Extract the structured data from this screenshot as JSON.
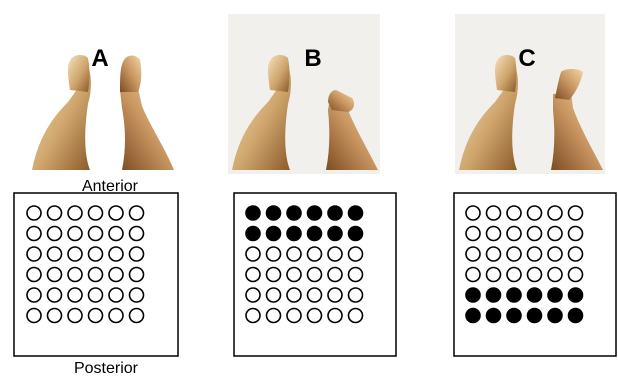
{
  "panels": [
    {
      "label": "A",
      "right_foot": "up",
      "grid_filled_rows": []
    },
    {
      "label": "B",
      "right_foot": "down",
      "grid_filled_rows": [
        0,
        1
      ]
    },
    {
      "label": "C",
      "right_foot": "back",
      "grid_filled_rows": [
        4,
        5
      ]
    }
  ],
  "grid": {
    "rows": 6,
    "cols": 6
  },
  "orientation": {
    "top": "Anterior",
    "bottom": "Posterior"
  },
  "colors": {
    "skin_light": "#f1dcb0",
    "skin_mid": "#cfa56c",
    "skin_dark": "#8a5a2a",
    "dot_filled": "#000000",
    "dot_empty": "#ffffff",
    "border": "#000000"
  }
}
